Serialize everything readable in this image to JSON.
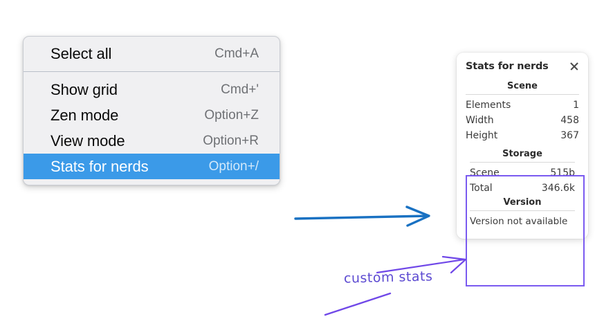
{
  "context_menu": {
    "name": "canvas-context-menu",
    "sections": [
      {
        "items": [
          {
            "label": "Select all",
            "shortcut": "Cmd+A",
            "selected": false
          }
        ]
      },
      {
        "items": [
          {
            "label": "Show grid",
            "shortcut": "Cmd+'",
            "selected": false
          },
          {
            "label": "Zen mode",
            "shortcut": "Option+Z",
            "selected": false
          },
          {
            "label": "View mode",
            "shortcut": "Option+R",
            "selected": false
          },
          {
            "label": "Stats for nerds",
            "shortcut": "Option+/",
            "selected": true
          }
        ]
      }
    ],
    "highlight_color": "#3b9ae8",
    "background_color": "#f0f0f2"
  },
  "stats_panel": {
    "title": "Stats for nerds",
    "close_icon": "close-icon",
    "sections": [
      {
        "title": "Scene",
        "highlighted": false,
        "rows": [
          {
            "key": "Elements",
            "value": "1"
          },
          {
            "key": "Width",
            "value": "458"
          },
          {
            "key": "Height",
            "value": "367"
          }
        ]
      },
      {
        "title": "Storage",
        "highlighted": true,
        "rows": [
          {
            "key": "Scene",
            "value": "515b"
          },
          {
            "key": "Total",
            "value": "346.6k"
          }
        ]
      },
      {
        "title": "Version",
        "highlighted": true,
        "single_line": "Version not available",
        "rows": []
      }
    ],
    "highlight_color": "#7a5af0"
  },
  "annotations": {
    "label": "custom stats",
    "label_color": "#5c4ad1",
    "blue_arrow_color": "#1971c2",
    "purple_arrow_color": "#7048e8"
  }
}
